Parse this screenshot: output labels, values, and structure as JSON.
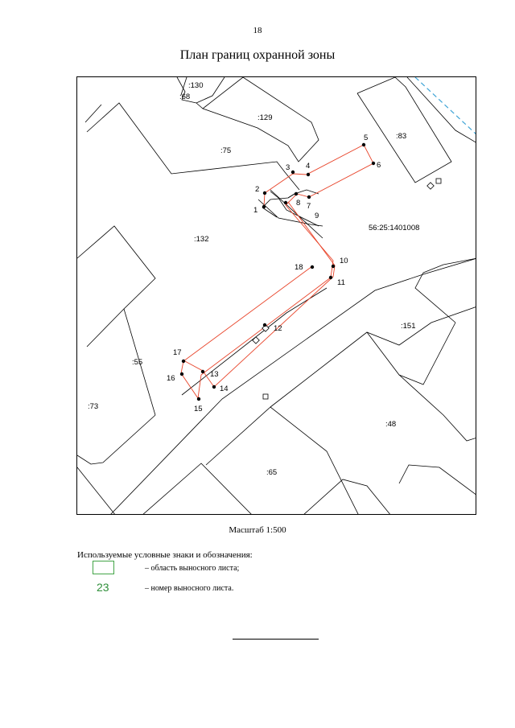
{
  "page": {
    "number": "18",
    "title": "План границ охранной зоны",
    "scale": "Масштаб 1:500"
  },
  "map": {
    "parcel_labels": {
      "p130": ":130",
      "p68": ":68",
      "p129": ":129",
      "p75": ":75",
      "p83": ":83",
      "p132": ":132",
      "quarter": "56:25:1401008",
      "p151": ":151",
      "p55": ":55",
      "p73": ":73",
      "p48": ":48",
      "p65": ":65"
    },
    "point_labels": [
      "1",
      "2",
      "3",
      "4",
      "5",
      "6",
      "7",
      "8",
      "9",
      "10",
      "11",
      "12",
      "13",
      "14",
      "15",
      "16",
      "17",
      "18"
    ],
    "colors": {
      "zone_boundary": "#e8442a",
      "water_line": "#3fa4d6",
      "parcel_lines": "#000000"
    }
  },
  "legend": {
    "heading": "Используемые условные знаки и обозначения:",
    "items": [
      {
        "symbol": "box",
        "text": "– область выносного листа;",
        "color": "#42a447"
      },
      {
        "symbol": "number",
        "number": "23",
        "text": "– номер выносного листа.",
        "color": "#2f8f3a"
      }
    ]
  }
}
